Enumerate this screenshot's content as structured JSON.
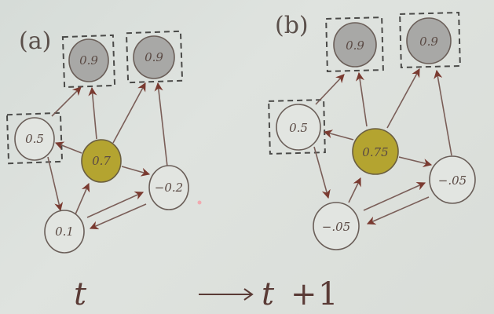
{
  "colors": {
    "background": "#dadfdb",
    "edge": "#7a5e58",
    "arrowhead": "#7a3a30",
    "node_stroke": "#6a5e58",
    "gray_fill": "#a8a8a6",
    "yellow_fill": "#b4a430",
    "white_fill": "#e2e5e1",
    "dashed_box": "#4a4a48"
  },
  "panels": [
    {
      "label": "(a)",
      "nodes": [
        {
          "id": "out1",
          "value": "0.9",
          "type": "gray",
          "boxed": true
        },
        {
          "id": "out2",
          "value": "0.9",
          "type": "gray",
          "boxed": true
        },
        {
          "id": "left",
          "value": "0.5",
          "type": "white",
          "boxed": true
        },
        {
          "id": "center",
          "value": "0.7",
          "type": "yellow",
          "boxed": false
        },
        {
          "id": "right",
          "value": "−0.2",
          "type": "white",
          "boxed": false
        },
        {
          "id": "bottom",
          "value": "0.1",
          "type": "white",
          "boxed": false
        }
      ]
    },
    {
      "label": "(b)",
      "nodes": [
        {
          "id": "out1",
          "value": "0.9",
          "type": "gray",
          "boxed": true
        },
        {
          "id": "out2",
          "value": "0.9",
          "type": "gray",
          "boxed": true
        },
        {
          "id": "left",
          "value": "0.5",
          "type": "white",
          "boxed": true
        },
        {
          "id": "center",
          "value": "0.75",
          "type": "yellow",
          "boxed": false
        },
        {
          "id": "right",
          "value": "−.05",
          "type": "white",
          "boxed": false
        },
        {
          "id": "bottom",
          "value": "−.05",
          "type": "white",
          "boxed": false
        }
      ]
    }
  ],
  "edges": [
    {
      "from": "left",
      "to": "out1"
    },
    {
      "from": "center",
      "to": "out1"
    },
    {
      "from": "center",
      "to": "out2"
    },
    {
      "from": "right",
      "to": "out2"
    },
    {
      "from": "center",
      "to": "left"
    },
    {
      "from": "center",
      "to": "right"
    },
    {
      "from": "left",
      "to": "bottom"
    },
    {
      "from": "bottom",
      "to": "center"
    },
    {
      "from": "bottom",
      "to": "right"
    },
    {
      "from": "right",
      "to": "bottom"
    }
  ],
  "footer": {
    "time_start": "t",
    "arrow": "⟶",
    "time_end_var": "t",
    "time_end_op": "+",
    "time_end_num": "1"
  }
}
